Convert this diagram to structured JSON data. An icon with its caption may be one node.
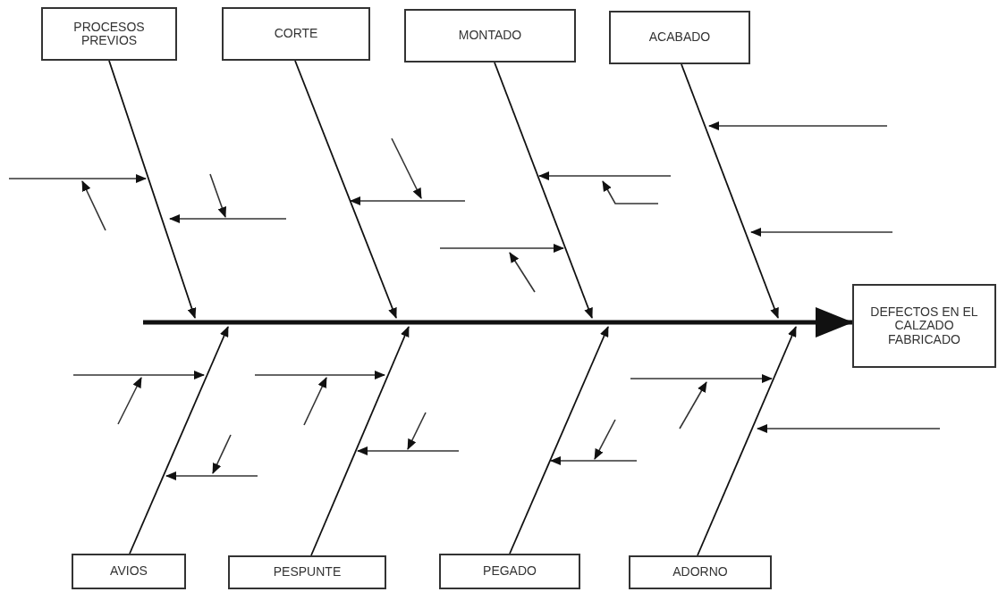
{
  "diagram": {
    "nodes": [
      {
        "text": [
          "PROCESOS PREVIOS"
        ]
      },
      {
        "text": [
          "CORTE"
        ]
      },
      {
        "text": [
          "MONTADO"
        ]
      },
      {
        "text": [
          "ACABADO"
        ]
      },
      {
        "text": [
          "DEFECTOS EN EL CALZADO FABRICADO"
        ]
      },
      {
        "text": [
          "AVIOS"
        ]
      },
      {
        "text": [
          "PESPUNTE"
        ]
      },
      {
        "text": [
          "PEGADO"
        ]
      },
      {
        "text": [
          "ADORNO"
        ]
      }
    ],
    "edges": [
      {
        "from": null,
        "to": 4,
        "arrow": "to",
        "style": "thick"
      },
      {
        "from": 0,
        "to": null,
        "arrow": "to"
      },
      {
        "from": 1,
        "to": null,
        "arrow": "to"
      },
      {
        "from": 2,
        "to": null,
        "arrow": "to"
      },
      {
        "from": 3,
        "to": null,
        "arrow": "to"
      },
      {
        "from": 5,
        "to": null,
        "arrow": "to"
      },
      {
        "from": 6,
        "to": null,
        "arrow": "to"
      },
      {
        "from": 7,
        "to": null,
        "arrow": "to"
      },
      {
        "from": 8,
        "to": null,
        "arrow": "to"
      }
    ]
  }
}
